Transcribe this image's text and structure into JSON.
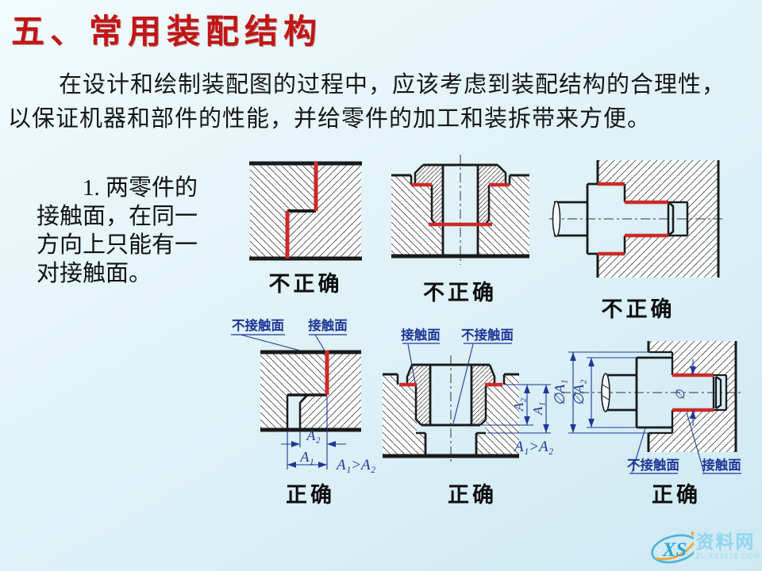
{
  "slide": {
    "title": "五、常用装配结构",
    "intro_lines": [
      "在设计和绘制装配图的过程中，应该考虑到装配结构的合理性，",
      "以保证机器和部件的性能，并给零件的加工和装拆带来方便。"
    ],
    "note_lines": [
      "1. 两零件的",
      "接触面，在同一",
      "方向上只能有一",
      "对接触面。"
    ]
  },
  "captions": {
    "incorrect": "不正确",
    "correct": "正确"
  },
  "annotations": {
    "contact": "接触面",
    "no_contact": "不接触面",
    "a1": "A₁",
    "a2": "A₂",
    "a1_gt_a2": "A₁>A₂",
    "dia_a1": "∅A₁",
    "dia_a2": "∅A₂",
    "dia": "∅"
  },
  "watermark": {
    "logo": "XS",
    "name": "资料网",
    "url": "ZL.XS1616.COM"
  },
  "colors": {
    "title_red": "#c01717",
    "contact_red": "#cc2a2a",
    "engineering_blue": "#1e3796",
    "line_black": "#1a1a1a",
    "watermark_blue": "#8fd6ee"
  }
}
